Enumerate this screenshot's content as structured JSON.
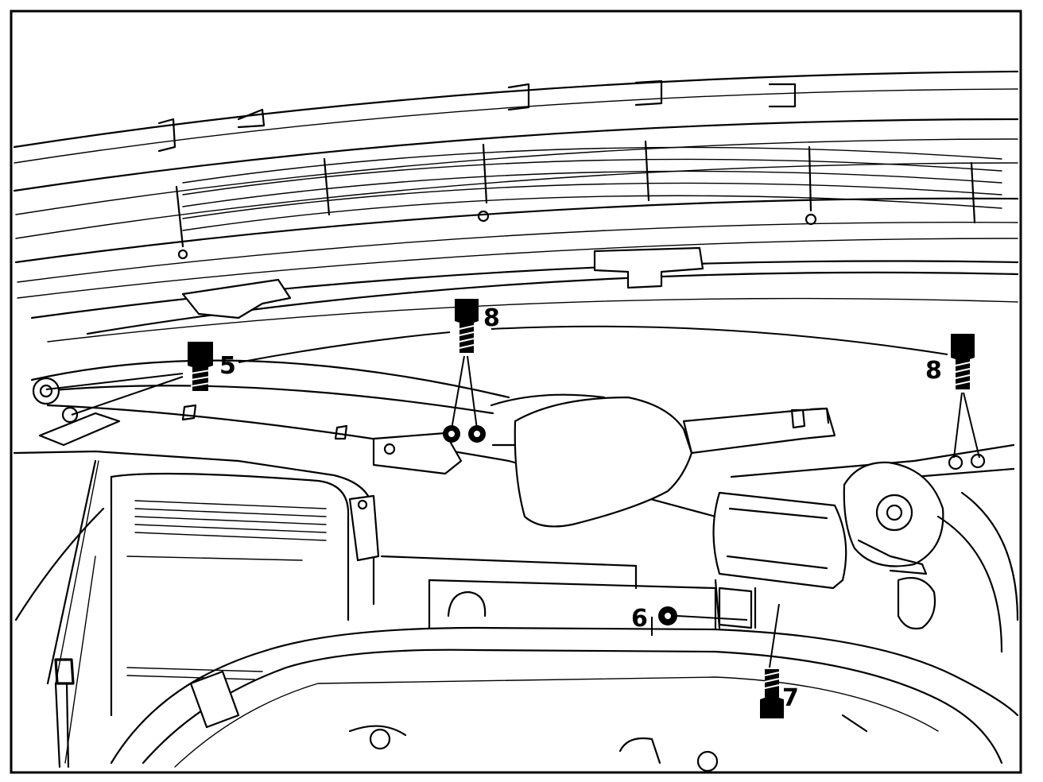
{
  "callouts": {
    "c5": "5",
    "c6": "6",
    "c7": "7",
    "c8a": "8",
    "c8b": "8"
  },
  "colors": {
    "ink": "#000000",
    "paper": "#ffffff"
  }
}
